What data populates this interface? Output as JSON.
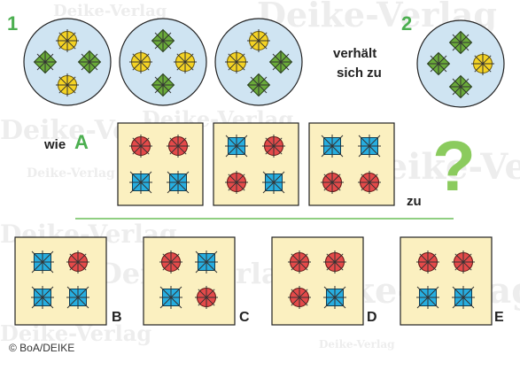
{
  "labels": {
    "num1": "1",
    "num2": "2",
    "verhaelt": "verhält",
    "sich_zu": "sich zu",
    "wie": "wie",
    "a": "A",
    "zu": "zu",
    "question_mark": "?",
    "opt_b": "B",
    "opt_c": "C",
    "opt_d": "D",
    "opt_e": "E",
    "copyright": "© BoA/DEIKE"
  },
  "watermark_text": "Deike-Verlag",
  "colors": {
    "accent_green": "#4caf50",
    "circle_fill": "#cfe4f2",
    "square_fill": "#fbf0c0",
    "sun_yellow": "#f4d324",
    "diamond_green": "#6aaa3a",
    "sun_red": "#e44a4a",
    "square_blue": "#27aee0"
  },
  "puzzle": {
    "top_row": [
      "circle",
      "circle",
      "circle",
      "verhält sich zu",
      "circle"
    ],
    "middle_row_prefix": "wie A",
    "middle_row_suffix": "zu ?",
    "options": [
      "B",
      "C",
      "D",
      "E"
    ]
  }
}
